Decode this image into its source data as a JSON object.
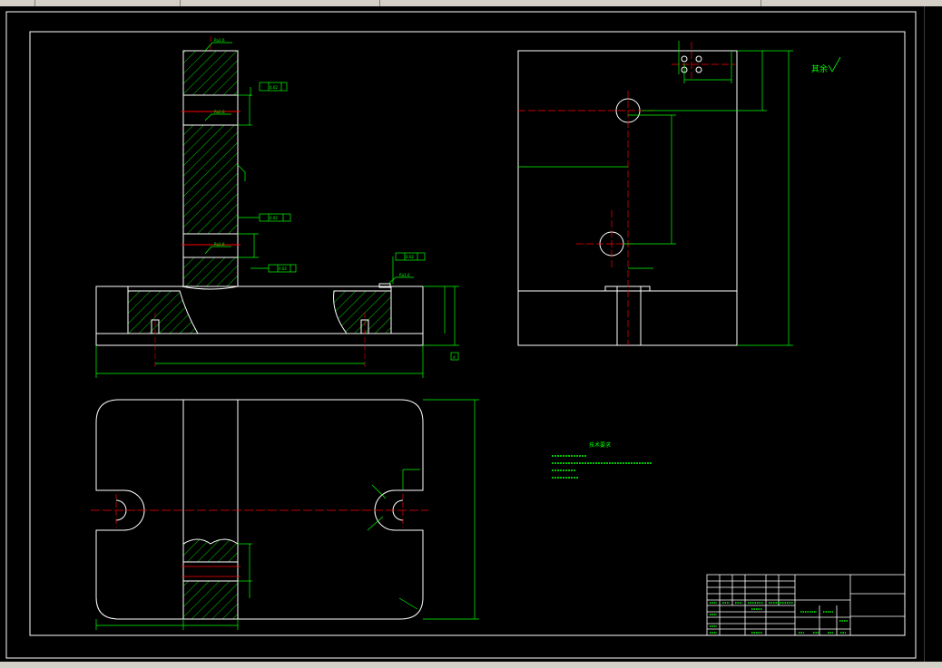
{
  "window": {
    "top_tabs": [
      "",
      "",
      "",
      ""
    ]
  },
  "colors": {
    "background": "#000000",
    "outline": "#ffffff",
    "dimension": "#00ff00",
    "centerline": "#ff0000",
    "hatch": "#00ff00"
  },
  "drawing": {
    "tech_requirements": {
      "title": "技术要求",
      "lines": [
        "",
        "",
        "",
        ""
      ]
    },
    "roughness_note": "其余",
    "front_view_dims": {
      "overall_width": "",
      "hole_spacing": "",
      "height": "",
      "roughness_top": "Ra1.6",
      "roughness_mid": "Ra1.6",
      "roughness_low": "Ra1.6",
      "roughness_side": "Ra1.6",
      "tolerance_1": "0.02",
      "tolerance_2": "0.02",
      "tolerance_3": "0.02",
      "tolerance_4": "0.02",
      "datum": "A"
    },
    "side_view_dims": {
      "height": "",
      "width_top": "",
      "offset": ""
    },
    "plan_view_dims": {
      "height": "",
      "width": "",
      "left": ""
    },
    "title_block": {
      "cells": [
        "",
        "",
        "",
        "",
        "",
        "",
        "",
        "",
        "",
        ""
      ]
    }
  }
}
